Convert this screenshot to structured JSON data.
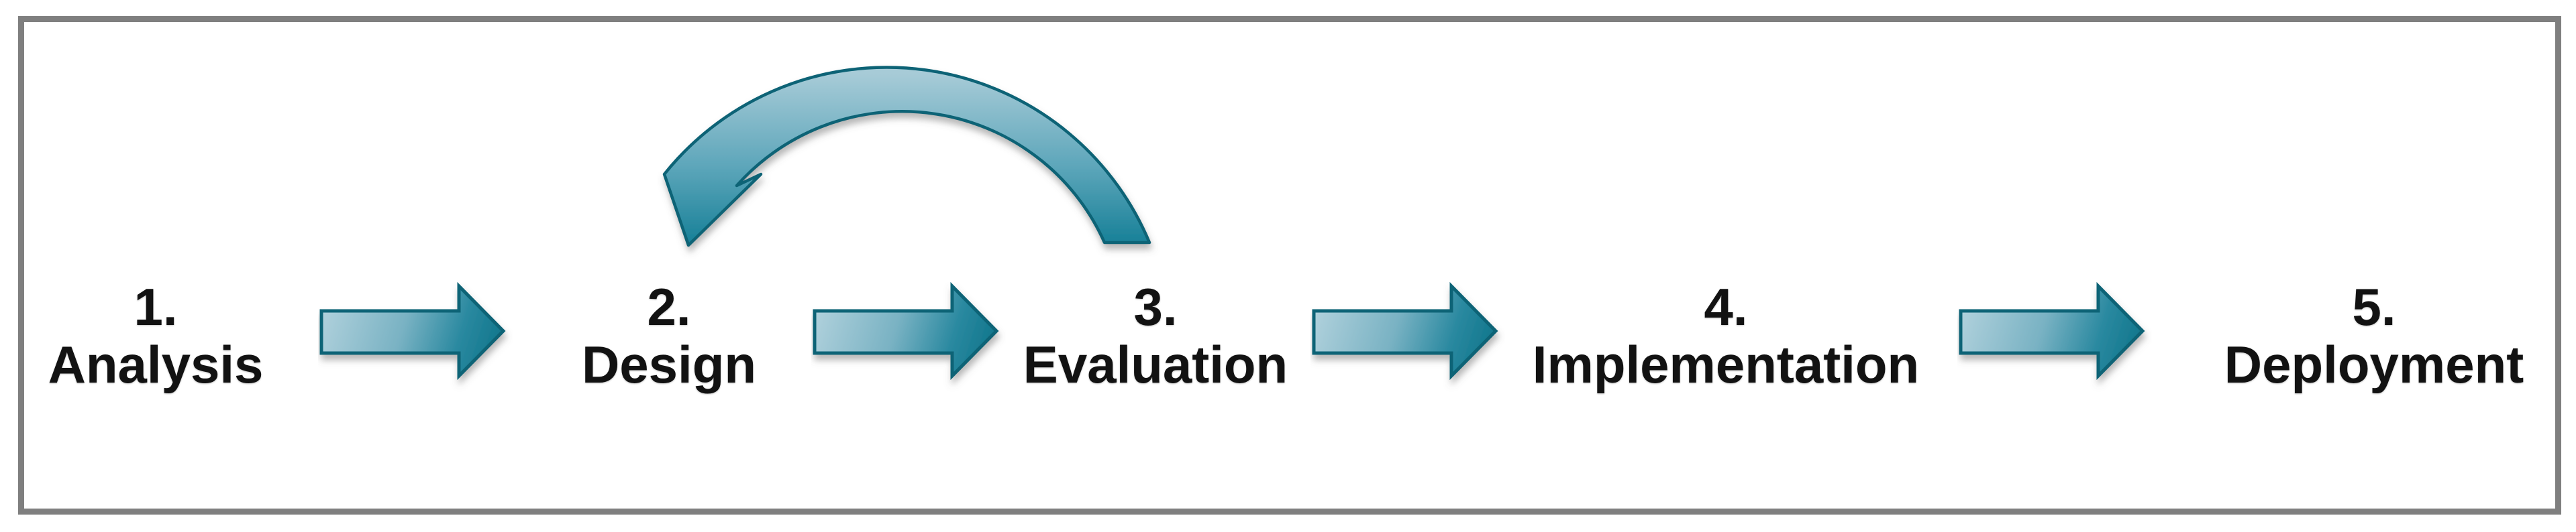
{
  "diagram": {
    "type": "process-flow",
    "steps": [
      {
        "number": "1.",
        "label": "Analysis"
      },
      {
        "number": "2.",
        "label": "Design"
      },
      {
        "number": "3.",
        "label": "Evaluation"
      },
      {
        "number": "4.",
        "label": "Implementation"
      },
      {
        "number": "5.",
        "label": "Deployment"
      }
    ],
    "flow_arrows": [
      {
        "from": "Analysis",
        "to": "Design"
      },
      {
        "from": "Design",
        "to": "Evaluation"
      },
      {
        "from": "Evaluation",
        "to": "Implementation"
      },
      {
        "from": "Implementation",
        "to": "Deployment"
      }
    ],
    "loop_arrow": {
      "from": "Evaluation",
      "to": "Design"
    },
    "colors": {
      "background": "#ffffff",
      "frame_border": "#7f7f7f",
      "arrow_outline": "#0c6476",
      "arrow_fill_light": "#a7cbd7",
      "arrow_fill_dark": "#0d7b93",
      "text": "#121212"
    }
  }
}
